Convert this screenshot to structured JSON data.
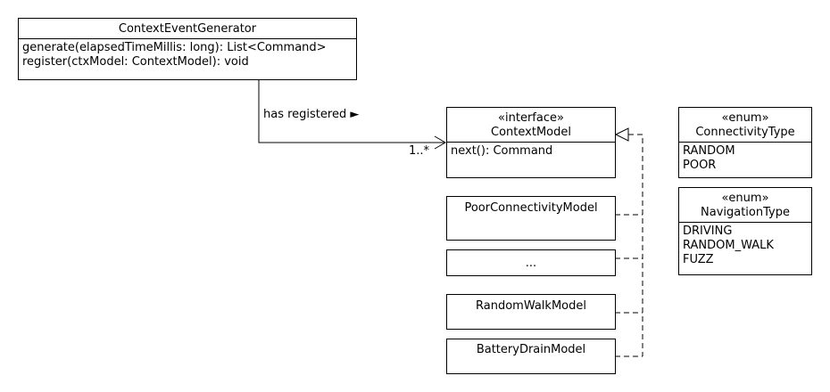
{
  "context_event_generator": {
    "name": "ContextEventGenerator",
    "methods": [
      "generate(elapsedTimeMillis: long): List<Command>",
      "register(ctxModel: ContextModel): void"
    ]
  },
  "association": {
    "label": "has registered ►",
    "multiplicity": "1..*"
  },
  "context_model": {
    "stereotype": "«interface»",
    "name": "ContextModel",
    "methods": [
      "next(): Command"
    ]
  },
  "implementations": [
    {
      "name": "PoorConnectivityModel"
    },
    {
      "name": "..."
    },
    {
      "name": "RandomWalkModel"
    },
    {
      "name": "BatteryDrainModel"
    }
  ],
  "connectivity_type": {
    "stereotype": "«enum»",
    "name": "ConnectivityType",
    "values": [
      "RANDOM",
      "POOR"
    ]
  },
  "navigation_type": {
    "stereotype": "«enum»",
    "name": "NavigationType",
    "values": [
      "DRIVING",
      "RANDOM_WALK",
      "FUZZ"
    ]
  }
}
